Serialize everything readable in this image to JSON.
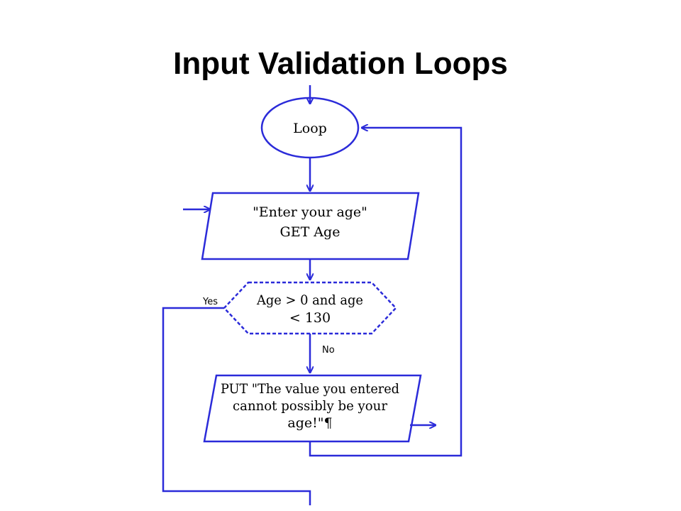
{
  "slide": {
    "title": "Input Validation Loops"
  },
  "flowchart": {
    "line_color": "#2b2bd9",
    "nodes": {
      "loop": "Loop",
      "input": [
        "\"Enter your age\"",
        "GET Age"
      ],
      "decision": [
        "Age > 0 and age",
        "< 130"
      ],
      "output": [
        "PUT \"The value you entered",
        "cannot possibly be your",
        "age!\"¶"
      ]
    },
    "edge_labels": {
      "yes": "Yes",
      "no": "No"
    }
  }
}
